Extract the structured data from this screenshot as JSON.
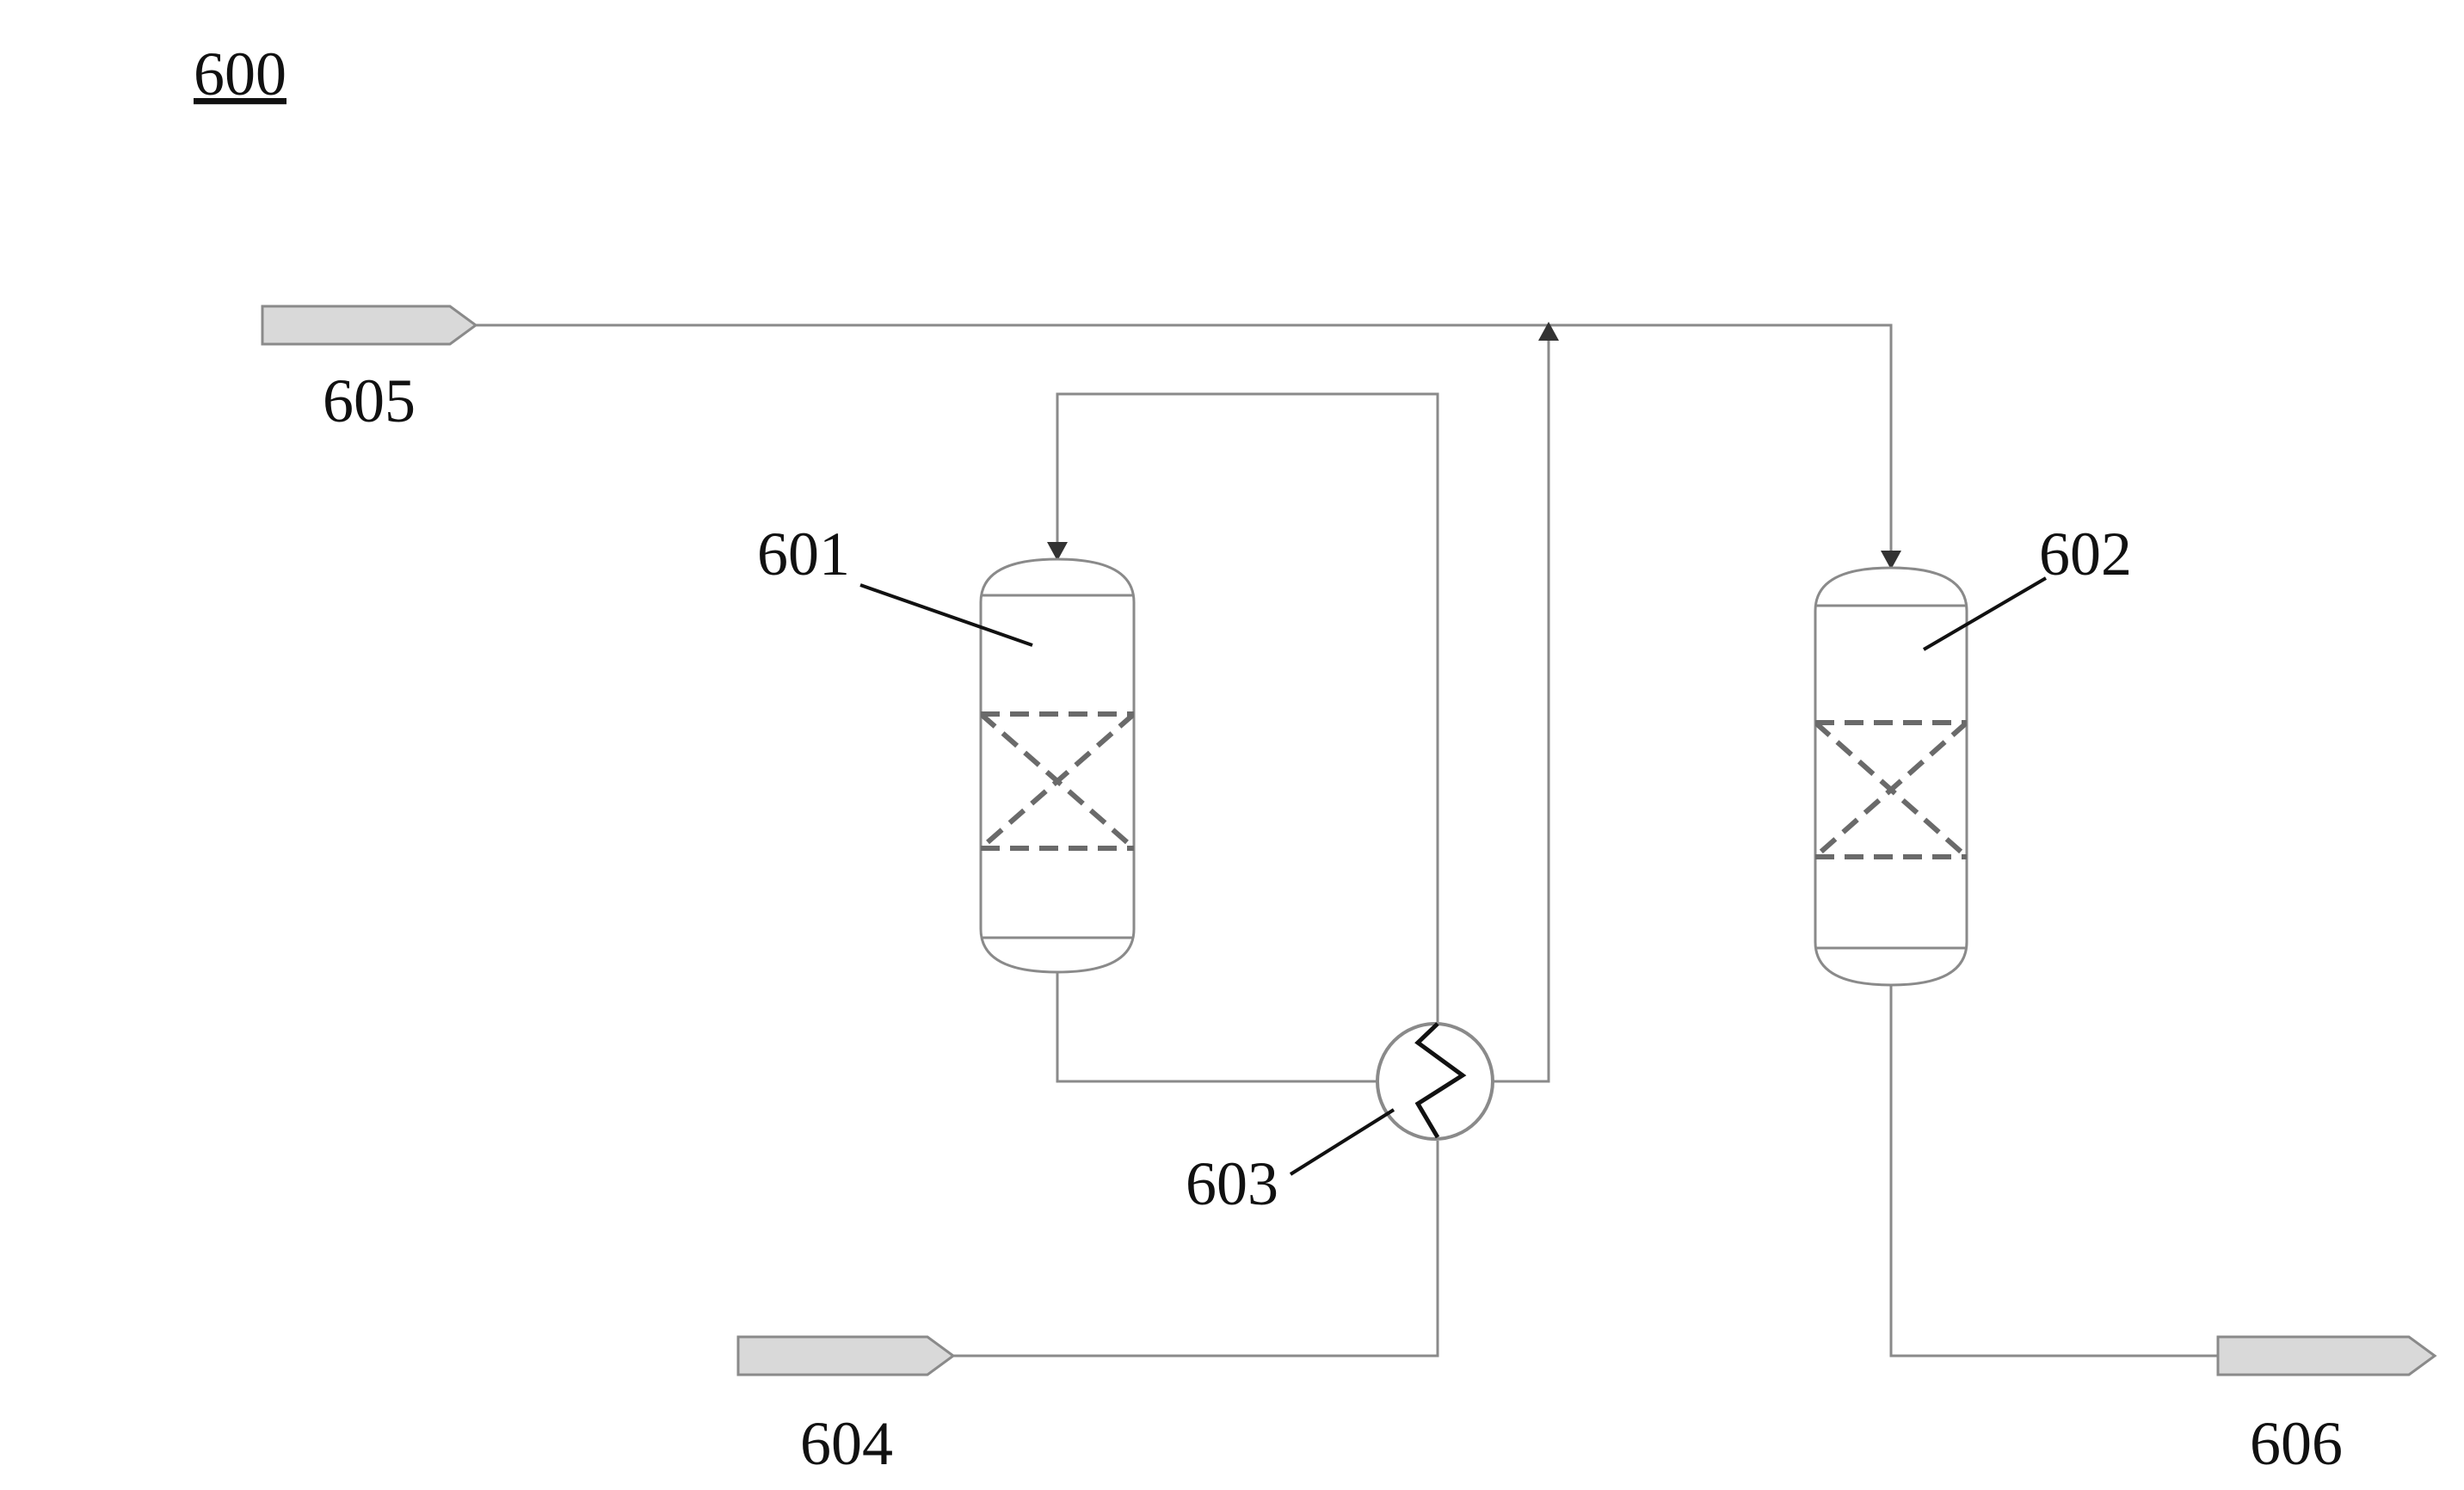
{
  "figure": {
    "number": "600"
  },
  "labels": {
    "vessel_1": "601",
    "vessel_2": "602",
    "heat_exchanger": "603",
    "stream_feed": "604",
    "stream_top": "605",
    "stream_product": "606"
  },
  "colors": {
    "line": "#8a8a8a",
    "tag_fill": "#d9d9d9",
    "text": "#111111"
  }
}
